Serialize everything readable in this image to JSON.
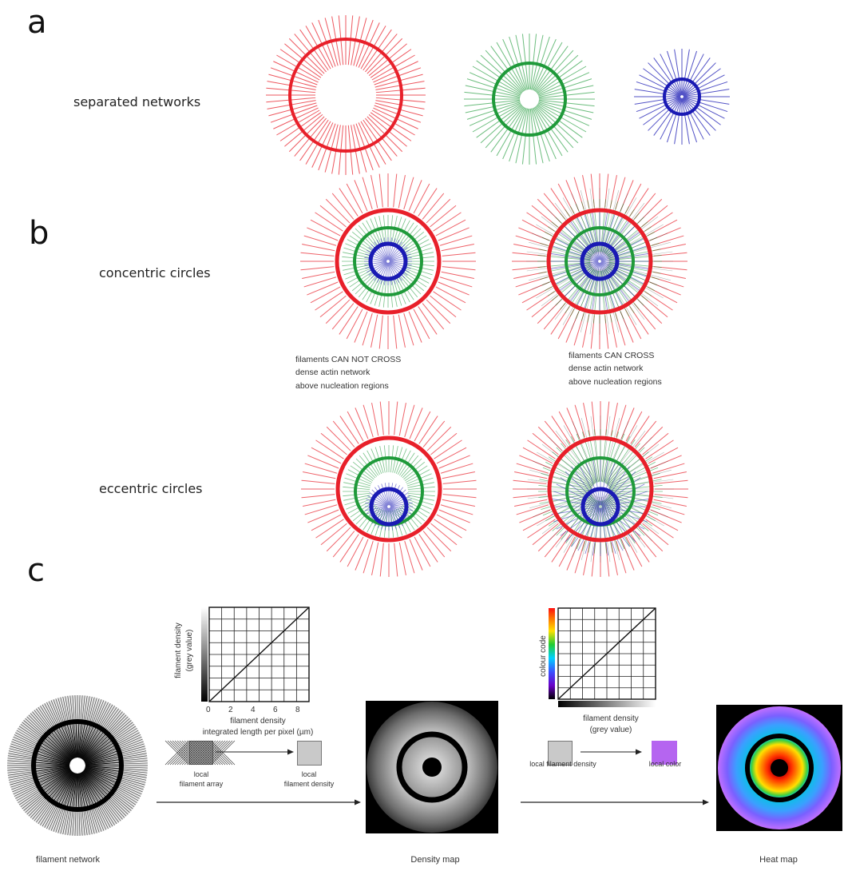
{
  "panels": {
    "a": {
      "letter": "a",
      "row_label": "separated networks",
      "colors": [
        "#e8202a",
        "#1f9a3a",
        "#1a1ab4"
      ]
    },
    "b": {
      "letter": "b",
      "row1_label": "concentric  circles",
      "row2_label": "eccentric  circles",
      "note_left": [
        "filaments CAN NOT CROSS",
        "dense actin network",
        "above nucleation regions"
      ],
      "note_right": [
        "filaments CAN CROSS",
        "dense actin network",
        "above nucleation regions"
      ]
    },
    "c": {
      "letter": "c",
      "graph1": {
        "ylabel": [
          "filament density",
          "(grey value)"
        ],
        "xticks": [
          "0",
          "2",
          "4",
          "6",
          "8"
        ],
        "xlabel": [
          "filament density",
          "integrated length per pixel (µm)"
        ]
      },
      "graph2": {
        "ylabel": "colour code",
        "xlabel": [
          "filament density",
          "(grey value)"
        ]
      },
      "local_filament_array": [
        "local",
        "filament array"
      ],
      "local_filament_density": [
        "local",
        "filament density"
      ],
      "local_filament_density_2": "local filament density",
      "local_color": "local color",
      "local_color_value": "#b565f0",
      "captions": {
        "network": "filament network",
        "density": "Density map",
        "heat": "Heat map"
      }
    }
  }
}
